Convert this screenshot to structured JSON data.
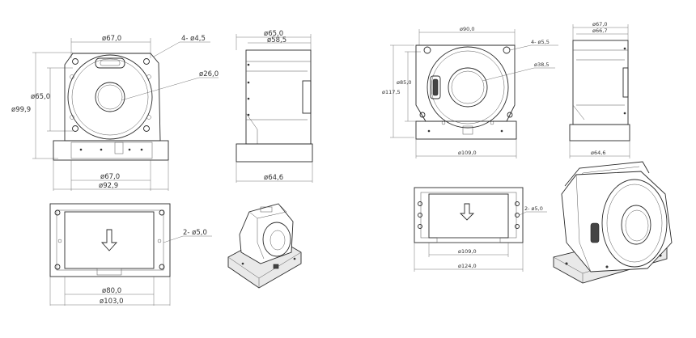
{
  "left_sheet": {
    "front_view": {
      "dim_top_width": "ø67,0",
      "dim_holes": "4- ø4,5",
      "dim_bore": "ø26,0",
      "dim_height_inner": "ø65,0",
      "dim_height_outer": "ø99,9",
      "dim_base_inner": "ø67,0",
      "dim_base_outer": "ø92,9"
    },
    "side_view": {
      "dim_top_outer": "ø65,0",
      "dim_top_inner": "ø58,5",
      "dim_bottom": "ø64,6"
    },
    "bottom_view": {
      "dim_holes": "2- ø5,0",
      "dim_inner": "ø80,0",
      "dim_outer": "ø103,0"
    }
  },
  "right_sheet": {
    "front_view": {
      "dim_top_width": "ø90,0",
      "dim_holes": "4- ø5,5",
      "dim_bore": "ø38,5",
      "dim_height_inner": "ø85,0",
      "dim_height_outer": "ø117,5",
      "dim_base": "ø109,0"
    },
    "side_view": {
      "dim_top_outer": "ø67,0",
      "dim_top_inner": "ø66,7",
      "dim_bottom": "ø64,6"
    },
    "bottom_view": {
      "dim_holes": "2- ø5,0",
      "dim_inner": "ø109,0",
      "dim_outer": "ø124,0"
    }
  }
}
